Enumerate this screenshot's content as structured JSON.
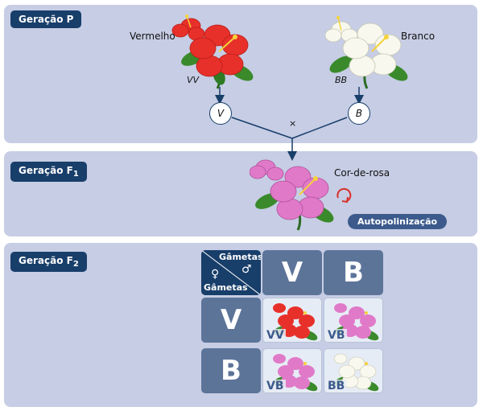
{
  "panels": {
    "p": {
      "label": "Geração P"
    },
    "f1": {
      "label": "Geração F",
      "sub": "1"
    },
    "f2": {
      "label": "Geração F",
      "sub": "2"
    }
  },
  "parents": {
    "red": {
      "name": "Vermelho",
      "genotype": "VV",
      "gamete": "V"
    },
    "white": {
      "name": "Branco",
      "genotype": "BB",
      "gamete": "B"
    },
    "cross": "×"
  },
  "f1": {
    "name": "Cor-de-rosa",
    "self": "Autopolinização"
  },
  "punnett": {
    "male_label": "Gâmetas",
    "male_symbol": "♂",
    "female_label": "Gâmetas",
    "female_symbol": "♀",
    "col_headers": [
      "V",
      "B"
    ],
    "row_headers": [
      "V",
      "B"
    ],
    "cells": [
      "VV",
      "VB",
      "VB",
      "BB"
    ]
  },
  "colors": {
    "panel": "#c6cde4",
    "navy": "#183e6a",
    "header_cell": "#5d7499",
    "red_flower": "#e8302a",
    "pink_flower": "#e07ac8",
    "white_flower": "#f8f8ee"
  }
}
